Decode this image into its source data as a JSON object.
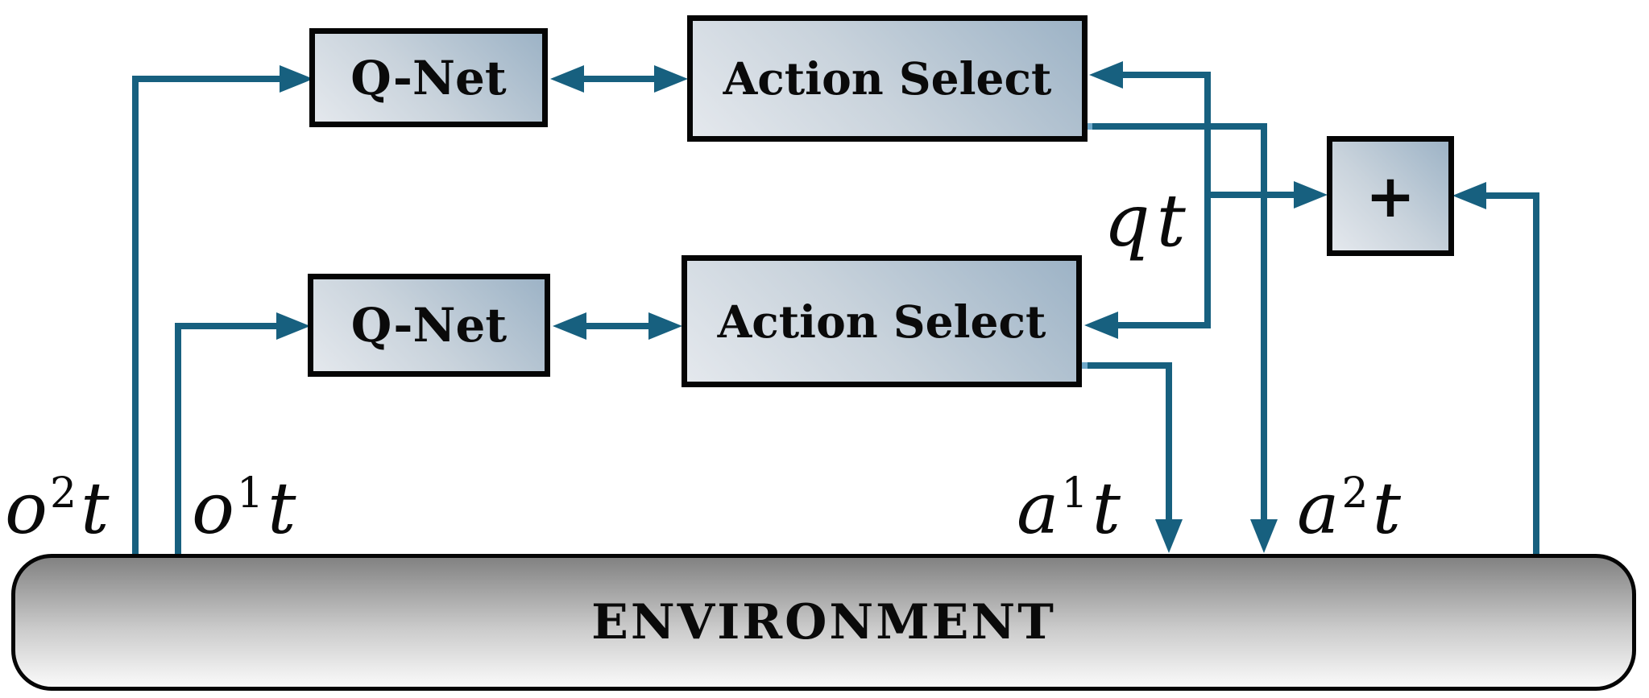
{
  "colors": {
    "line": "#17607f",
    "nub": "#6fa8c9",
    "border": "#050505",
    "text": "#0a0a0a",
    "box-dark": "#9db3c6",
    "box-mid": "#c9d3dc",
    "box-light": "#e4e8ed",
    "env-top": "#828282",
    "env-mid": "#cbcbcb",
    "env-bottom": "#fafafa"
  },
  "boxes": {
    "qnet_top": {
      "label": "Q-Net"
    },
    "qnet_bottom": {
      "label": "Q-Net"
    },
    "action_select_top": {
      "label": "Action Select"
    },
    "action_select_bottom": {
      "label": "Action Select"
    },
    "sum": {
      "label": "+"
    },
    "environment": {
      "label": "ENVIRONMENT"
    }
  },
  "labels": {
    "o2t": {
      "base": "o",
      "sup": "2",
      "suffix": "t"
    },
    "o1t": {
      "base": "o",
      "sup": "1",
      "suffix": "t"
    },
    "a1t": {
      "base": "a",
      "sup": "1",
      "suffix": "t"
    },
    "a2t": {
      "base": "a",
      "sup": "2",
      "suffix": "t"
    },
    "qt": {
      "base": "q",
      "sup": "",
      "suffix": "t"
    }
  }
}
